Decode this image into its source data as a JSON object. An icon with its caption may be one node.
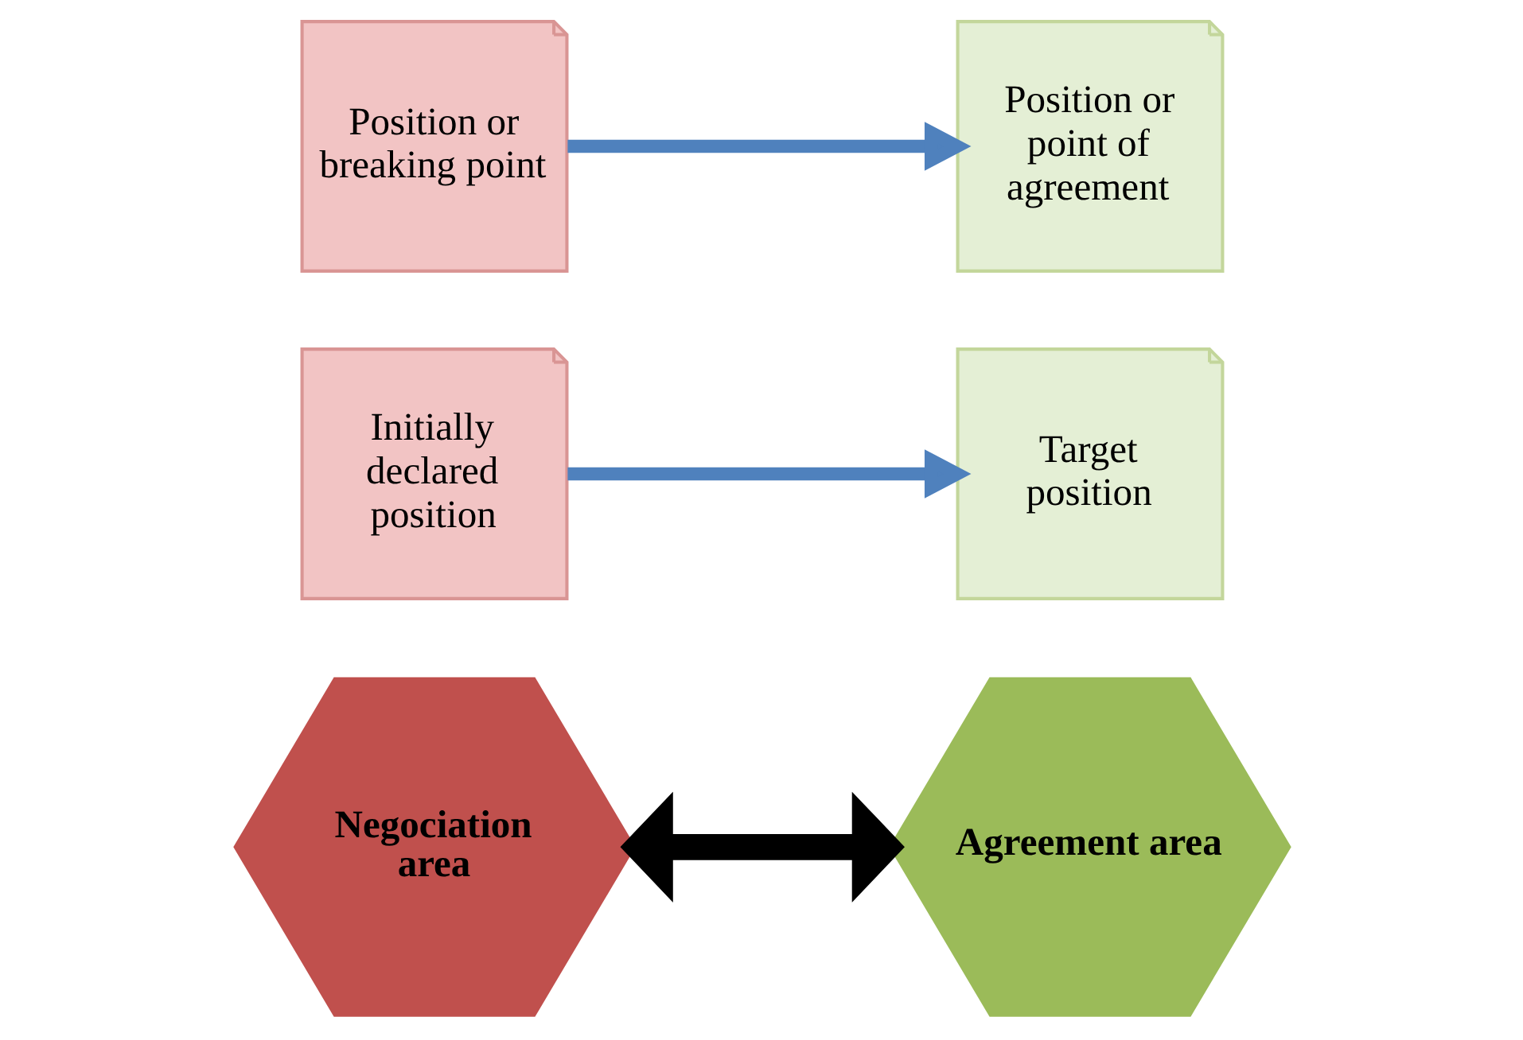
{
  "diagram": {
    "nodes": [
      {
        "text": [
          "Negociation area"
        ]
      },
      {
        "text": [
          "Agreement area"
        ]
      },
      {
        "text": [
          "Initially declared position"
        ]
      },
      {
        "text": [
          "Target position"
        ]
      },
      {
        "text": [
          "Position or breaking point"
        ]
      },
      {
        "text": [
          "Position or point of agreement"
        ]
      }
    ],
    "edges": [
      {
        "from": 2,
        "to": 3,
        "arrow": "to"
      },
      {
        "from": 0,
        "to": 1,
        "arrow": "both",
        "style": "thick",
        "color": "#000000"
      },
      {
        "from": 4,
        "to": 5,
        "arrow": "to"
      }
    ]
  }
}
